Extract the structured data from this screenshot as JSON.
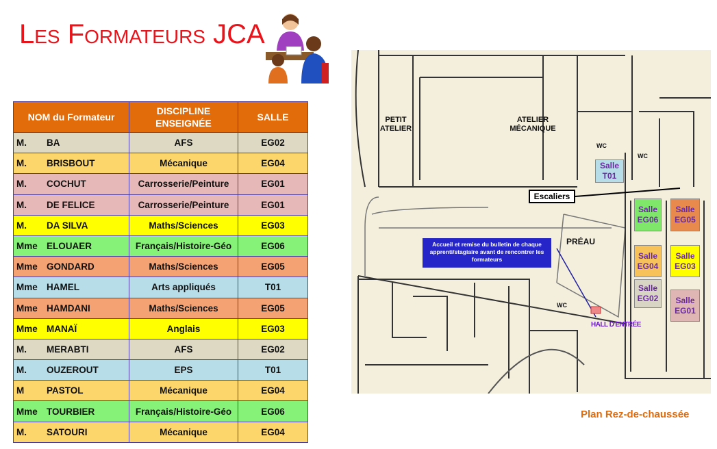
{
  "title": "Les Formateurs JCA",
  "table": {
    "headers": [
      "NOM du Formateur",
      "DISCIPLINE ENSEIGNÉE",
      "SALLE"
    ],
    "rows": [
      {
        "civ": "M.",
        "nom": "BA",
        "discipline": "AFS",
        "salle": "EG02",
        "color": "#ddd9c3"
      },
      {
        "civ": "M.",
        "nom": "BRISBOUT",
        "discipline": "Mécanique",
        "salle": "EG04",
        "color": "#fdd66b"
      },
      {
        "civ": "M.",
        "nom": "COCHUT",
        "discipline": "Carrosserie/Peinture",
        "salle": "EG01",
        "color": "#e6b8b7"
      },
      {
        "civ": "M.",
        "nom": "DE FELICE",
        "discipline": "Carrosserie/Peinture",
        "salle": "EG01",
        "color": "#e6b8b7"
      },
      {
        "civ": "M.",
        "nom": "DA SILVA",
        "discipline": "Maths/Sciences",
        "salle": "EG03",
        "color": "#ffff00"
      },
      {
        "civ": "Mme",
        "nom": "ELOUAER",
        "discipline": "Français/Histoire-Géo",
        "salle": "EG06",
        "color": "#86f277"
      },
      {
        "civ": "Mme",
        "nom": "GONDARD",
        "discipline": "Maths/Sciences",
        "salle": "EG05",
        "color": "#f4a274"
      },
      {
        "civ": "Mme",
        "nom": "HAMEL",
        "discipline": "Arts appliqués",
        "salle": "T01",
        "color": "#b7dde8"
      },
      {
        "civ": "Mme",
        "nom": "HAMDANI",
        "discipline": "Maths/Sciences",
        "salle": "EG05",
        "color": "#f4a274"
      },
      {
        "civ": "Mme",
        "nom": "MANAÏ",
        "discipline": "Anglais",
        "salle": "EG03",
        "color": "#ffff00"
      },
      {
        "civ": "M.",
        "nom": "MERABTI",
        "discipline": "AFS",
        "salle": "EG02",
        "color": "#ddd9c3"
      },
      {
        "civ": "M.",
        "nom": "OUZEROUT",
        "discipline": "EPS",
        "salle": "T01",
        "color": "#b7dde8"
      },
      {
        "civ": "M",
        "nom": "PASTOL",
        "discipline": "Mécanique",
        "salle": "EG04",
        "color": "#fdd66b"
      },
      {
        "civ": "Mme",
        "nom": "TOURBIER",
        "discipline": "Français/Histoire-Géo",
        "salle": "EG06",
        "color": "#86f277"
      },
      {
        "civ": "M.",
        "nom": "SATOURI",
        "discipline": "Mécanique",
        "salle": "EG04",
        "color": "#fdd66b"
      }
    ]
  },
  "map": {
    "petit_atelier": "PETIT ATELIER",
    "atelier_mecanique": "ATELIER MÉCANIQUE",
    "preau": "PRÉAU",
    "escaliers": "Escaliers",
    "accueil": "Accueil et remise du bulletin de chaque apprenti/stagiaire avant de rencontrer les formateurs",
    "hall": "HALL D'ENTRÉE",
    "wc": "WC",
    "rooms": [
      {
        "line1": "Salle",
        "line2": "T01",
        "color": "#b7dde8"
      },
      {
        "line1": "Salle",
        "line2": "EG06",
        "color": "#7fe86a"
      },
      {
        "line1": "Salle",
        "line2": "EG05",
        "color": "#e8894e"
      },
      {
        "line1": "Salle",
        "line2": "EG04",
        "color": "#f8c25a"
      },
      {
        "line1": "Salle",
        "line2": "EG03",
        "color": "#ffff00"
      },
      {
        "line1": "Salle",
        "line2": "EG02",
        "color": "#d8d5c4"
      },
      {
        "line1": "Salle",
        "line2": "EG01",
        "color": "#dfb6b4"
      }
    ]
  },
  "caption": "Plan Rez-de-chaussée"
}
